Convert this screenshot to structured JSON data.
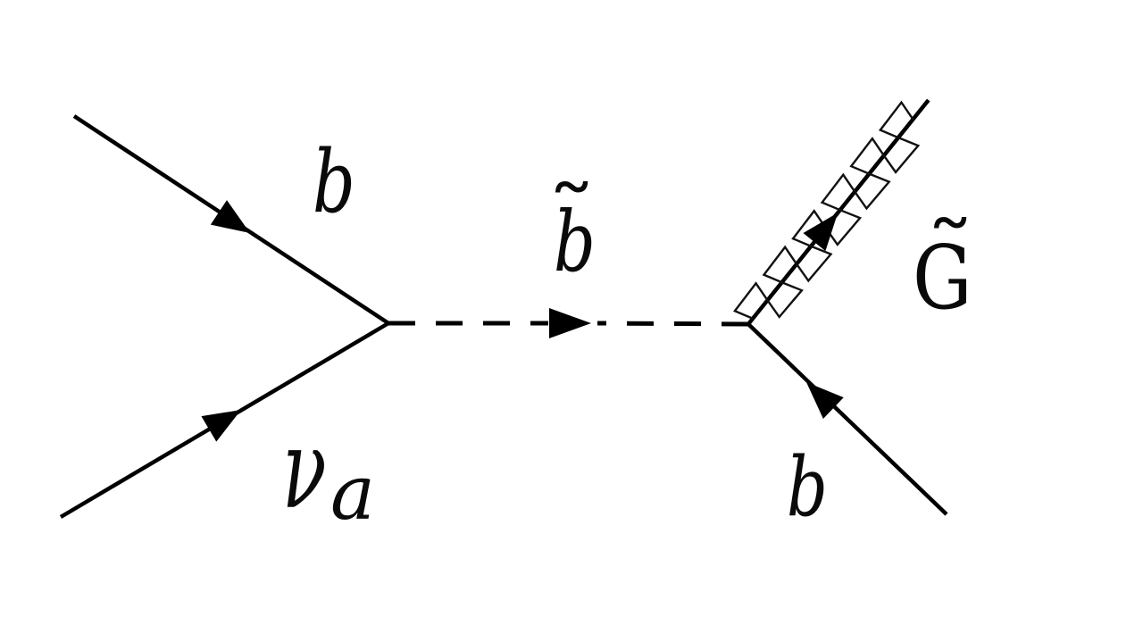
{
  "figure": {
    "kind": "feynman-diagram",
    "colors": {
      "ink": "#000000",
      "background": "#ffffff"
    },
    "labels": {
      "incoming_fermion_top": {
        "text": "b"
      },
      "incoming_fermion_bottom": {
        "base": "ν",
        "subscript": "a"
      },
      "propagator": {
        "tilde": "˜",
        "base": "b"
      },
      "outgoing_gravitino": {
        "tilde": "˜",
        "base": "G"
      },
      "outgoing_fermion_bottom": {
        "text": "b"
      }
    }
  }
}
